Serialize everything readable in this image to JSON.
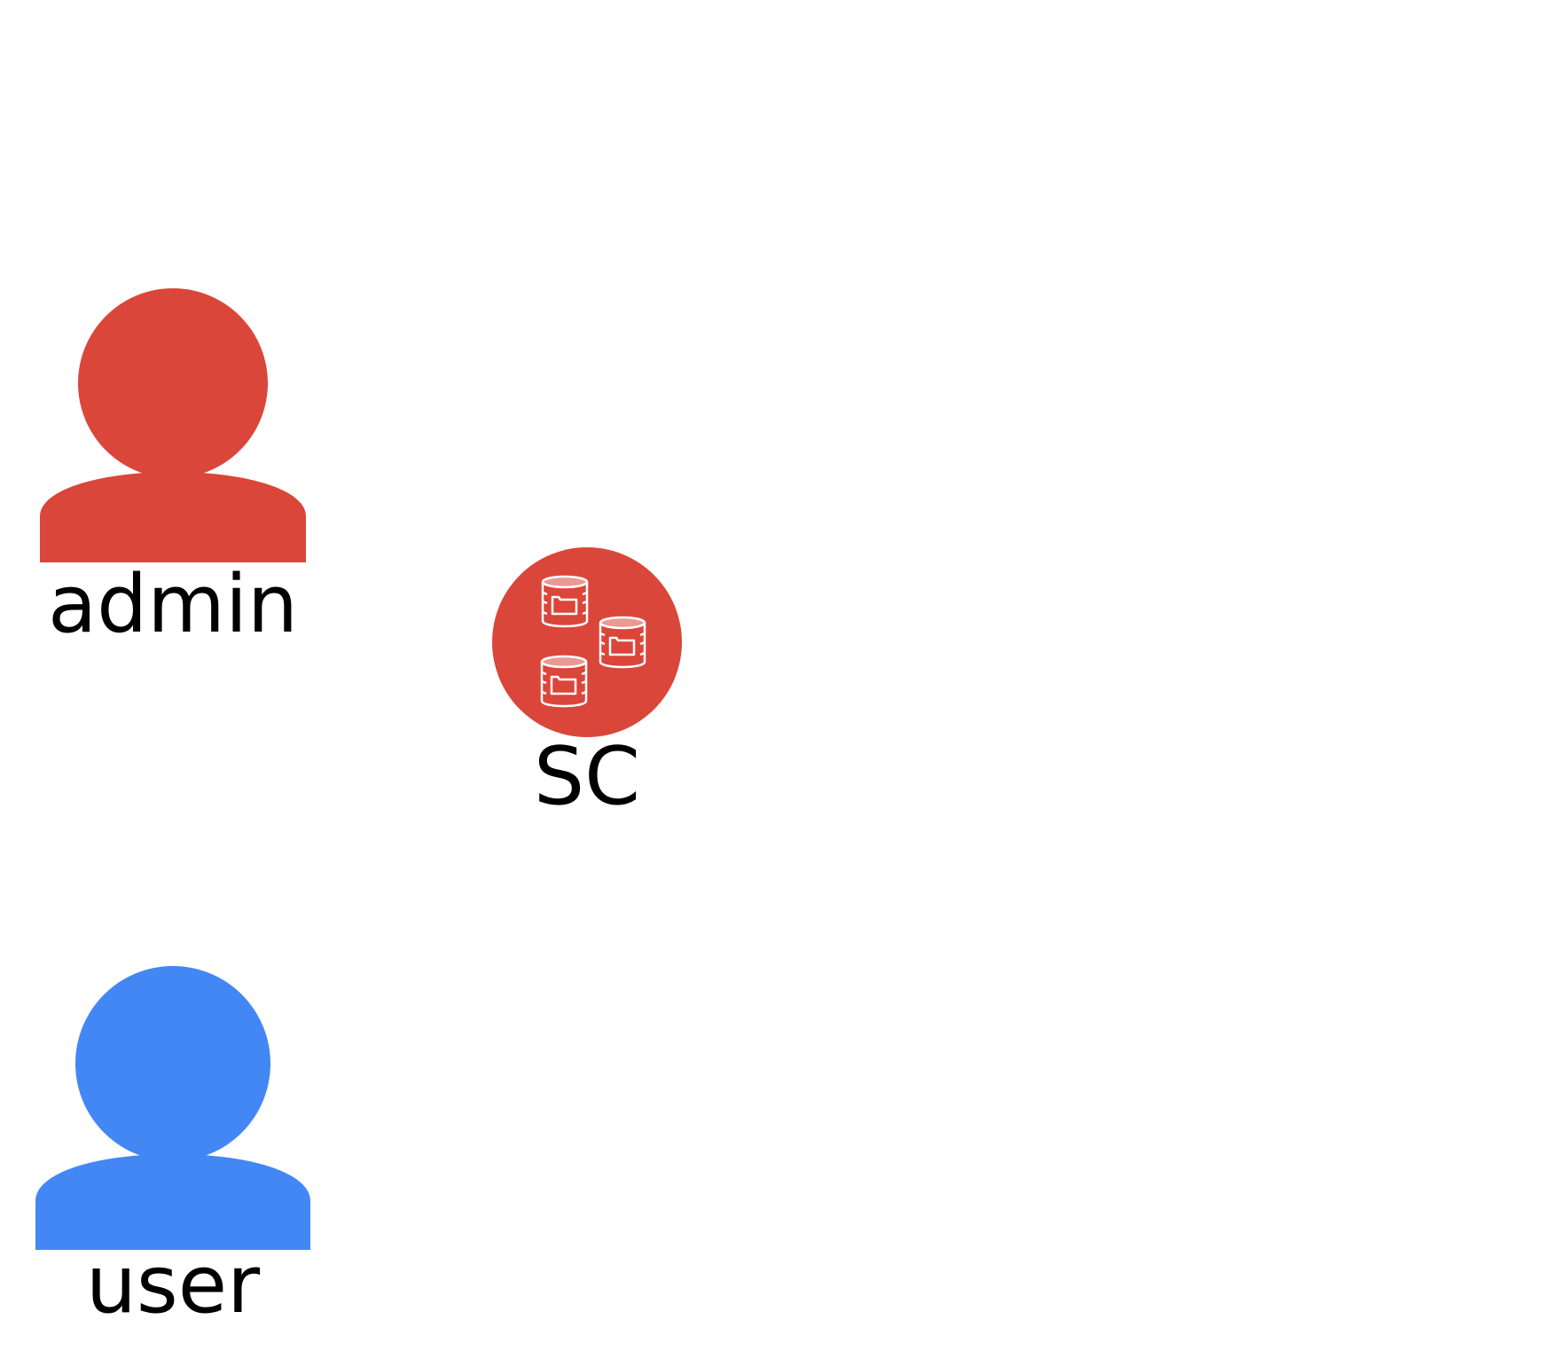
{
  "diagram": {
    "nodes": [
      {
        "id": "admin",
        "label": "admin",
        "icon": "person-icon",
        "color": "#DB463A"
      },
      {
        "id": "user",
        "label": "user",
        "icon": "person-icon",
        "color": "#4387F5"
      },
      {
        "id": "sc",
        "label": "SC",
        "icon": "storage-cluster-icon",
        "color": "#DB463A"
      }
    ],
    "edges": []
  }
}
